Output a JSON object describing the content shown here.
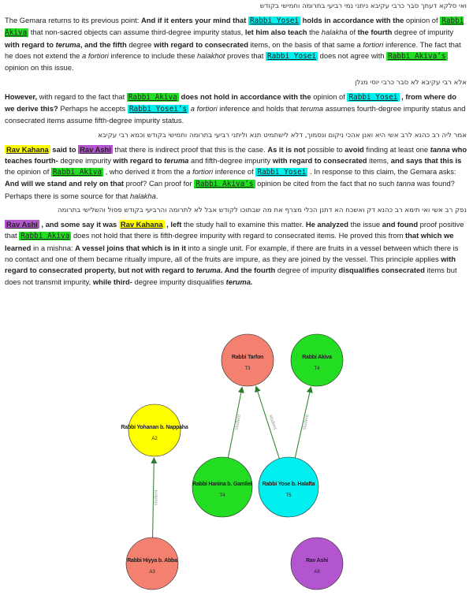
{
  "colors": {
    "akiva": "#22dd22",
    "yosei": "#00f0f0",
    "kahana": "#ffff00",
    "ashi": "#b455d0",
    "edge": "#2a7d2a"
  },
  "paragraphs": [
    {
      "hebrew": "ואי סלקא דעתך סבר כרבי עקיבא ניתני נמי רביעי בתרומה וחמישי בקודש",
      "segments": [
        {
          "t": "The Gemara returns to its previous point: "
        },
        {
          "t": "And if it enters your mind that ",
          "s": "b"
        },
        {
          "t": "Rabbi Yosei",
          "s": "hl-yosei"
        },
        {
          "t": " holds in accordance with the",
          "s": "b"
        },
        {
          "t": " opinion of "
        },
        {
          "t": "Rabbi Akiva",
          "s": "hl-akiva"
        },
        {
          "t": " that non-sacred objects can assume third-degree impurity status, "
        },
        {
          "t": "let him also teach",
          "s": "b"
        },
        {
          "t": " the "
        },
        {
          "t": "halakha",
          "s": "i"
        },
        {
          "t": " of "
        },
        {
          "t": "the fourth",
          "s": "b"
        },
        {
          "t": " degree of impurity "
        },
        {
          "t": "with regard to ",
          "s": "b"
        },
        {
          "t": "teruma",
          "s": "b i"
        },
        {
          "t": ", and the fifth",
          "s": "b"
        },
        {
          "t": " degree "
        },
        {
          "t": "with regard to consecrated",
          "s": "b"
        },
        {
          "t": " items, on the basis of that same a "
        },
        {
          "t": "fortiori",
          "s": "i"
        },
        {
          "t": " inference. The fact that he does not extend the "
        },
        {
          "t": "a fortiori",
          "s": "i"
        },
        {
          "t": " inference to include these "
        },
        {
          "t": "halakhot",
          "s": "i"
        },
        {
          "t": " proves that "
        },
        {
          "t": "Rabbi Yosei",
          "s": "hl-yosei"
        },
        {
          "t": " does not agree with "
        },
        {
          "t": "Rabbi Akiva’s",
          "s": "hl-akiva"
        },
        {
          "t": " opinion on this issue."
        }
      ]
    },
    {
      "hebrew": "אלא רבי עקיבא לא סבר כרבי יוסי מנלן",
      "segments": [
        {
          "t": "However,",
          "s": "b"
        },
        {
          "t": " with regard to the fact that "
        },
        {
          "t": "Rabbi Akiva",
          "s": "hl-akiva"
        },
        {
          "t": " does not hold in accordance with the",
          "s": "b"
        },
        {
          "t": " opinion of "
        },
        {
          "t": "Rabbi Yosei",
          "s": "hl-yosei"
        },
        {
          "t": " , from where do we derive this?",
          "s": "b"
        },
        {
          "t": " Perhaps he accepts "
        },
        {
          "t": "Rabbi Yosei’s",
          "s": "hl-yosei"
        },
        {
          "t": " "
        },
        {
          "t": "a fortiori",
          "s": "i"
        },
        {
          "t": " inference and holds that "
        },
        {
          "t": "teruma",
          "s": "i"
        },
        {
          "t": " assumes fourth-degree impurity status and consecrated items assume fifth-degree impurity status."
        }
      ]
    },
    {
      "hebrew": "אמר ליה רב כהנא לרב אשי היא ואנן אהכי ניקום ונסמוך, דלא לישתמיט תנא וליתני רביעי בתרומה וחמישי בקודש וכמא רבי עקיבא",
      "segments": [
        {
          "t": "Rav Kahana",
          "s": "hl-kahana"
        },
        {
          "t": " said to ",
          "s": "b"
        },
        {
          "t": "Rav Ashi",
          "s": "hl-ashi"
        },
        {
          "t": " that there is indirect proof that this is the case. "
        },
        {
          "t": "As it is not",
          "s": "b"
        },
        {
          "t": " possible to "
        },
        {
          "t": "avoid",
          "s": "b"
        },
        {
          "t": " finding at least one "
        },
        {
          "t": "tanna",
          "s": "b i"
        },
        {
          "t": " who teaches fourth-",
          "s": "b"
        },
        {
          "t": " degree impurity "
        },
        {
          "t": "with regard to ",
          "s": "b"
        },
        {
          "t": "teruma",
          "s": "b i"
        },
        {
          "t": " and fifth-degree impurity "
        },
        {
          "t": "with regard to consecrated",
          "s": "b"
        },
        {
          "t": " items, "
        },
        {
          "t": "and says that this is",
          "s": "b"
        },
        {
          "t": " the opinion of "
        },
        {
          "t": "Rabbi Akiva",
          "s": "hl-akiva"
        },
        {
          "t": " , who derived it from the "
        },
        {
          "t": "a fortiori",
          "s": "i"
        },
        {
          "t": " inference of "
        },
        {
          "t": "Rabbi Yosei",
          "s": "hl-yosei"
        },
        {
          "t": " . In response to this claim, the Gemara asks: "
        },
        {
          "t": "And will we stand and rely on that",
          "s": "b"
        },
        {
          "t": " proof? Can proof for "
        },
        {
          "t": "Rabbi Akiva’s",
          "s": "hl-akiva"
        },
        {
          "t": " opinion be cited from the fact that no such "
        },
        {
          "t": "tanna",
          "s": "i"
        },
        {
          "t": " was found? Perhaps there is some source for that "
        },
        {
          "t": "halakha",
          "s": "i"
        },
        {
          "t": "."
        }
      ]
    },
    {
      "hebrew": "נפק רב אשי ואי תימא רב כהנא דק ואשכח הא דתנן הכלי מצרף את מה שבתוכו לקודש אבל לא לתרומה והרביעי בקודש פסול והשלישי בתרומה",
      "segments": [
        {
          "t": "Rav Ashi",
          "s": "hl-ashi"
        },
        {
          "t": " , and some say it was ",
          "s": "b"
        },
        {
          "t": "Rav Kahana",
          "s": "hl-kahana"
        },
        {
          "t": " , left",
          "s": "b"
        },
        {
          "t": " the study hall to examine this matter. "
        },
        {
          "t": "He analyzed",
          "s": "b"
        },
        {
          "t": " the issue "
        },
        {
          "t": "and found",
          "s": "b"
        },
        {
          "t": " proof positive that "
        },
        {
          "t": "Rabbi Akiva",
          "s": "hl-akiva"
        },
        {
          "t": " does not hold that there is fifth-degree impurity with regard to consecrated items. He proved this from "
        },
        {
          "t": "that which we learned",
          "s": "b"
        },
        {
          "t": " in a mishna: "
        },
        {
          "t": "A vessel joins that which is in it",
          "s": "b"
        },
        {
          "t": " into a single unit. For example, if there are fruits in a vessel between which there is no contact and one of them became ritually impure, all of the fruits are impure, as they are joined by the vessel. This principle applies "
        },
        {
          "t": "with regard to consecrated property, but not with regard to ",
          "s": "b"
        },
        {
          "t": "teruma",
          "s": "b i"
        },
        {
          "t": ". And the fourth",
          "s": "b"
        },
        {
          "t": " degree of impurity "
        },
        {
          "t": "disqualifies consecrated",
          "s": "b"
        },
        {
          "t": " items but does not transmit impurity, "
        },
        {
          "t": "while third-",
          "s": "b"
        },
        {
          "t": " degree impurity disqualifies "
        },
        {
          "t": "teruma.",
          "s": "b i"
        }
      ]
    }
  ],
  "graph": {
    "nodes": [
      {
        "id": "tarfon",
        "name": "Rabbi Tarfon",
        "gen": "T3",
        "color": "#f48070"
      },
      {
        "id": "akiva",
        "name": "Rabbi Akiva",
        "gen": "T4",
        "color": "#22dd22"
      },
      {
        "id": "yohanan",
        "name": "Rabbi Yohanan b. Nappaha",
        "gen": "A2",
        "color": "#ffff00"
      },
      {
        "id": "hanina",
        "name": "Rabbi Hanina b. Gamliel",
        "gen": "T4",
        "color": "#22dd22"
      },
      {
        "id": "yose",
        "name": "Rabbi Yose b. Halafta",
        "gen": "T5",
        "color": "#00f0f0"
      },
      {
        "id": "hiyya",
        "name": "Rabbi Hiyya b. Abba",
        "gen": "A3",
        "color": "#f48070"
      },
      {
        "id": "ashi",
        "name": "Rav Ashi",
        "gen": "A8",
        "color": "#b455d0"
      }
    ],
    "edges": [
      {
        "from": "hiyya",
        "to": "yohanan",
        "label": "student"
      },
      {
        "from": "hanina",
        "to": "tarfon",
        "label": "student"
      },
      {
        "from": "yose",
        "to": "tarfon",
        "label": "student"
      },
      {
        "from": "yose",
        "to": "akiva",
        "label": "student"
      }
    ]
  }
}
